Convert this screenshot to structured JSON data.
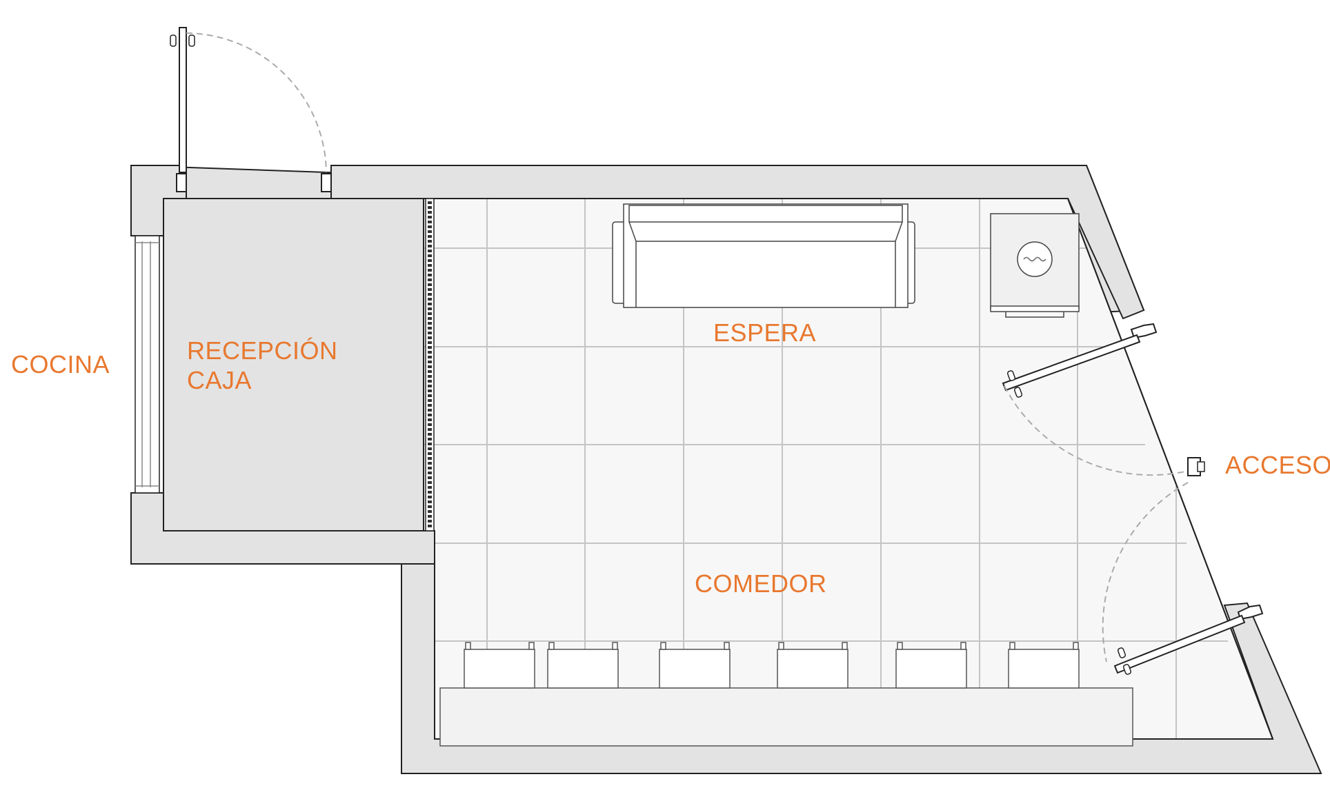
{
  "labels": {
    "kitchen": "COCINA",
    "reception_line1": "RECEPCIÓN",
    "reception_line2": "CAJA",
    "waiting": "ESPERA",
    "access": "ACCESO",
    "dining": "COMEDOR"
  },
  "colors": {
    "accent": "#e8782f",
    "wall_fill": "#e3e3e3",
    "floor_fill": "#f7f7f7",
    "line": "#222222",
    "grid_line": "#c4c4c4",
    "door_swing": "#aaaaaa"
  },
  "icons": [
    "sofa-icon",
    "sink-icon",
    "chair-icon",
    "door-handle-icon"
  ]
}
